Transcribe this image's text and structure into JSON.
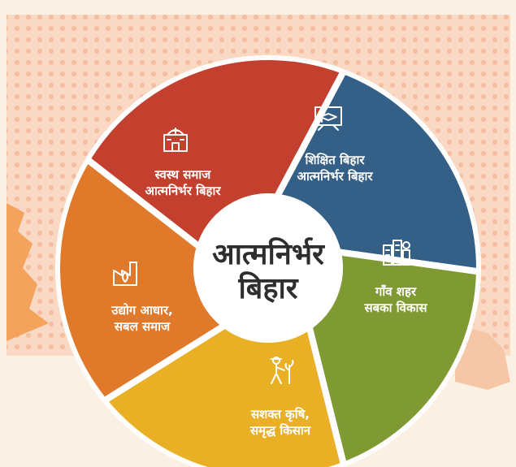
{
  "center": {
    "line1": "आत्मनिर्भर",
    "line2": "बिहार"
  },
  "segments": [
    {
      "id": "swasth",
      "line1": "स्वस्थ समाज",
      "line2": "आत्मनिर्भर बिहार",
      "icon": "hospital-icon",
      "color": "#c3402f"
    },
    {
      "id": "shikshit",
      "line1": "शिक्षित बिहार",
      "line2": "आत्मनिर्भर बिहार",
      "icon": "education-board-icon",
      "color": "#345f86"
    },
    {
      "id": "gaon",
      "line1": "गाँव शहर",
      "line2": "सबका विकास",
      "icon": "city-development-icon",
      "color": "#7f9a32"
    },
    {
      "id": "krishi",
      "line1": "सशक्त कृषि,",
      "line2": "समृद्ध किसान",
      "icon": "farmer-icon",
      "color": "#e9b026"
    },
    {
      "id": "udyog",
      "line1": "उद्योग आधार,",
      "line2": "सबल समाज",
      "icon": "factory-icon",
      "color": "#e07a2a"
    }
  ],
  "colors": {
    "background": "#fbf0e4",
    "pattern": "#f4c3a3",
    "ring": "#ffffff",
    "center_text": "#2e2e2e"
  }
}
